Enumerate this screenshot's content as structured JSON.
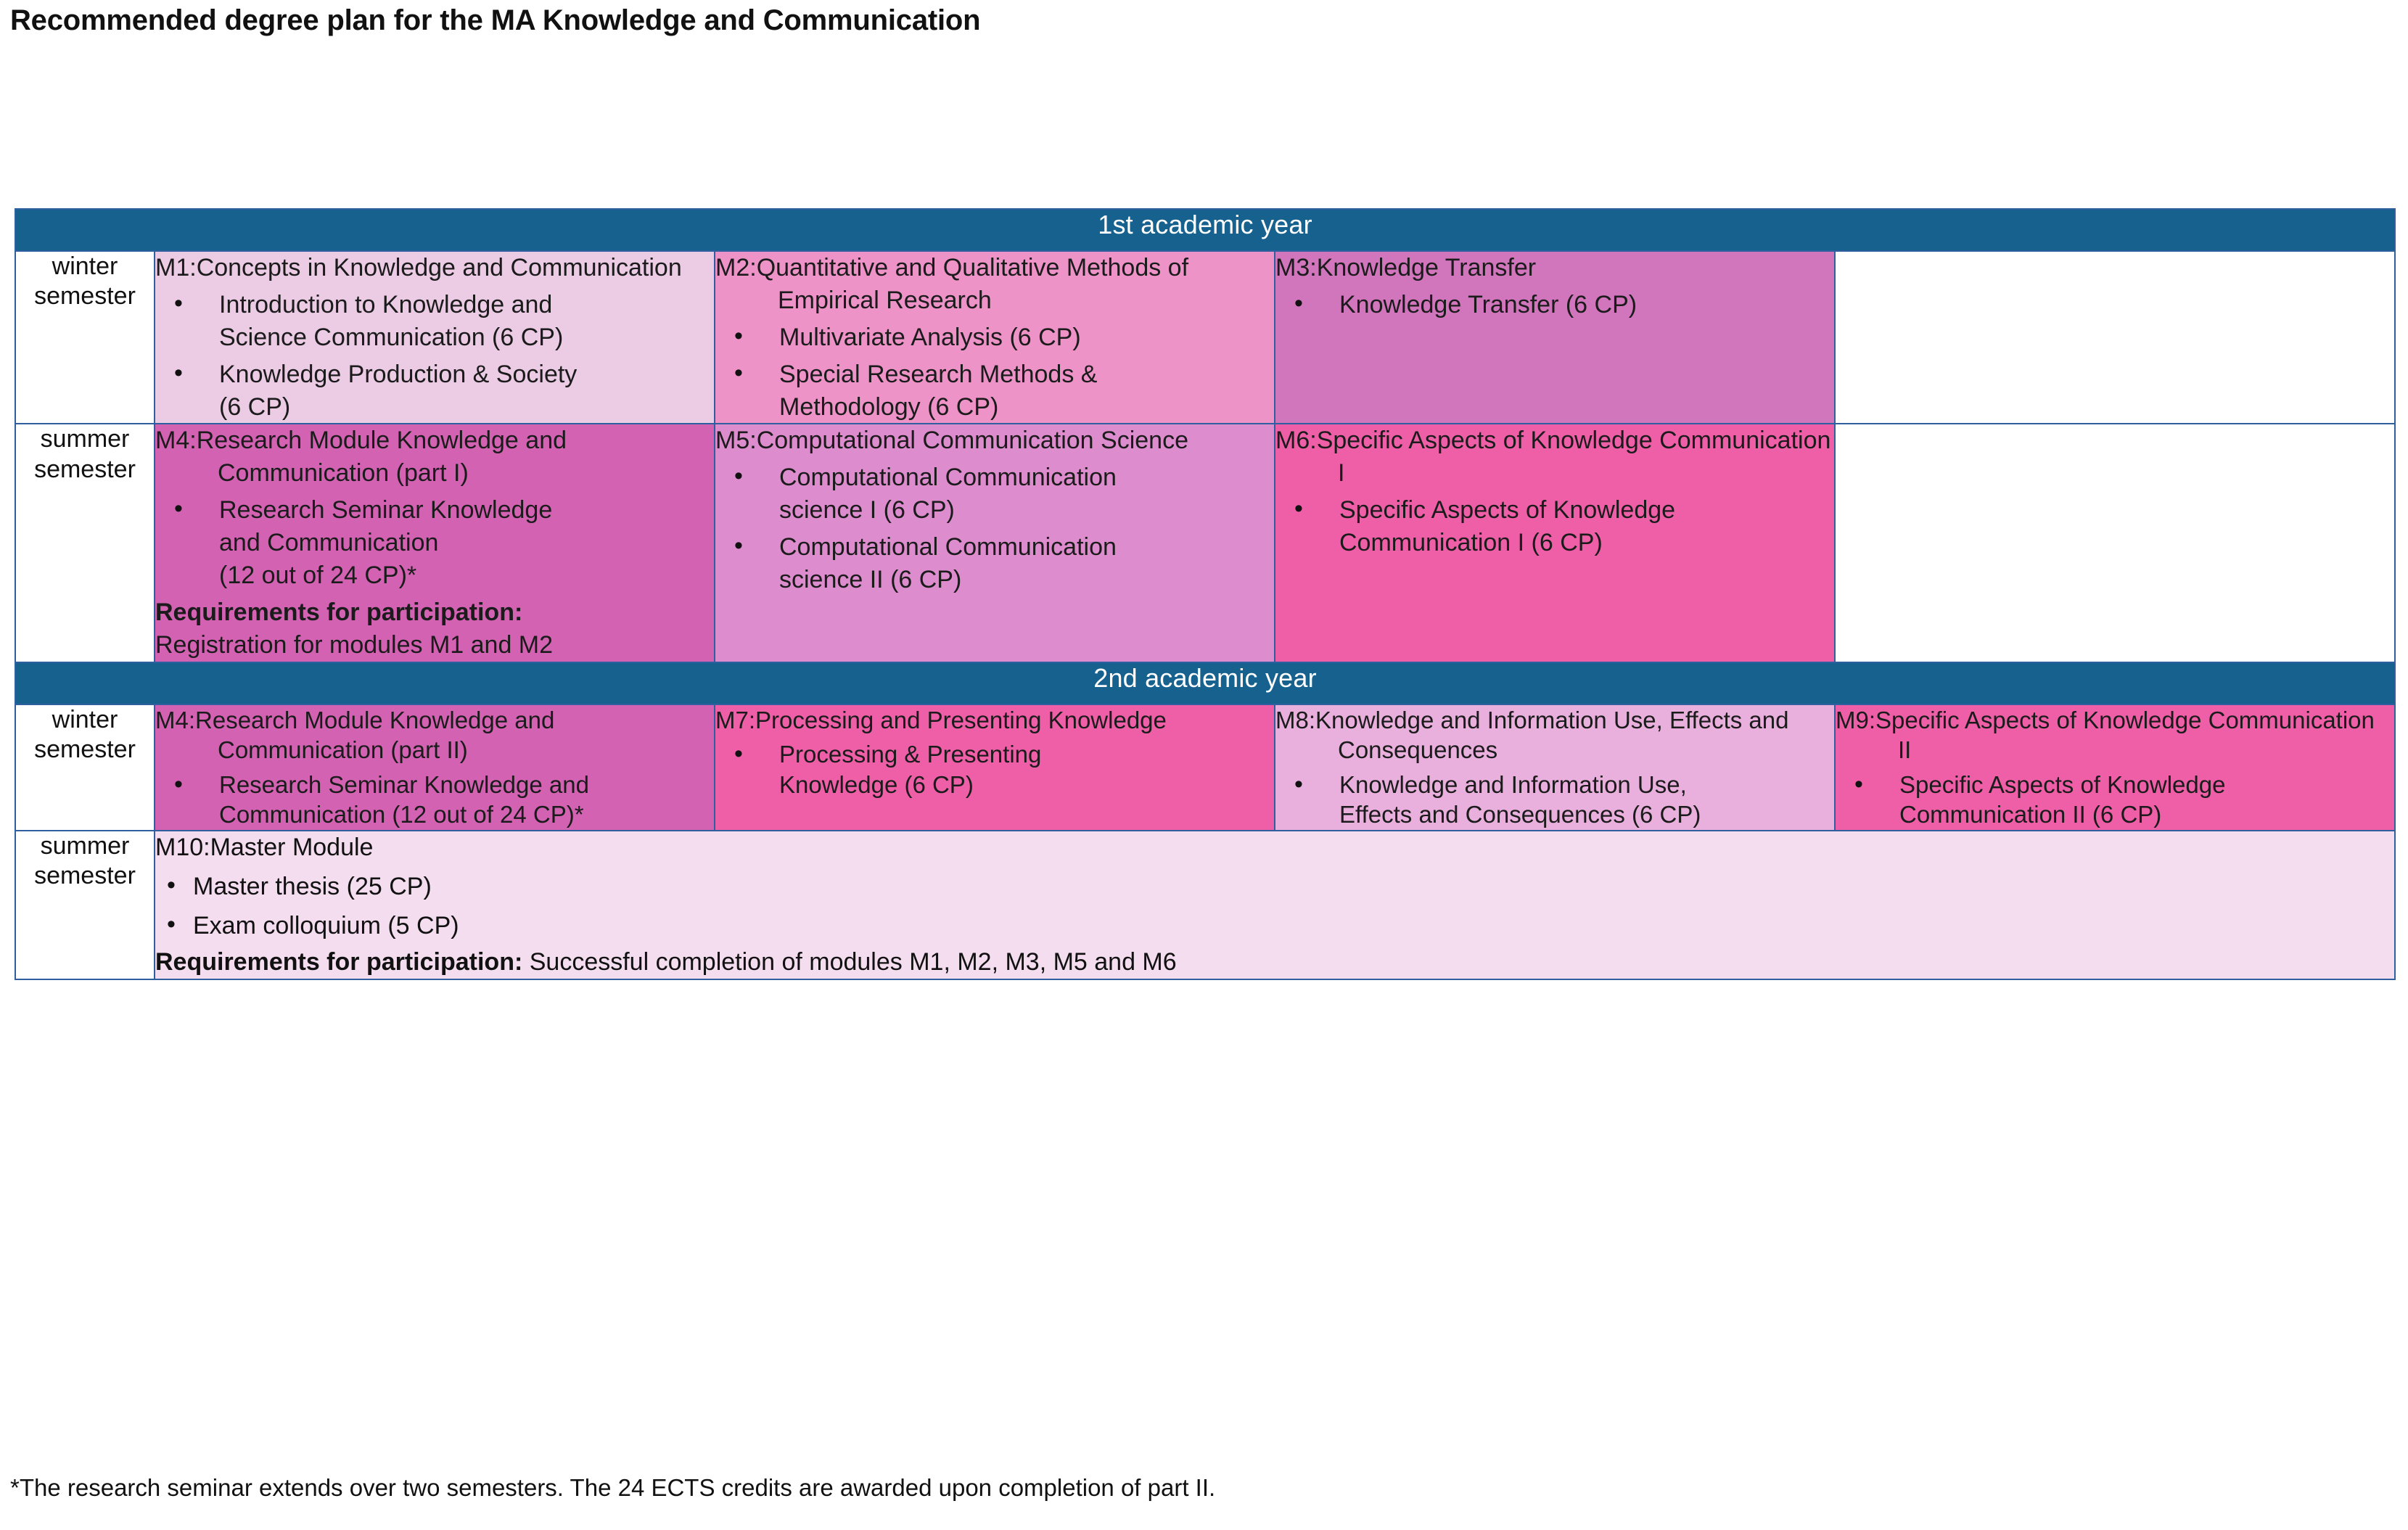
{
  "title": "Recommended degree plan for the MA Knowledge and Communication",
  "colors": {
    "banner": "#17618f",
    "border": "#2f5f9e",
    "m1": "#eccce5",
    "m2": "#ee93c8",
    "m3": "#d175bd",
    "m4": "#d362b3",
    "m5": "#dd8cce",
    "m6": "#ef5fa7",
    "m7": "#ef5fa7",
    "m8": "#e9b0dd",
    "m9": "#ef5fa7",
    "m10": "#f4ddef"
  },
  "years": [
    {
      "banner": "1st academic year"
    },
    {
      "banner": "2nd academic year"
    }
  ],
  "semesters": {
    "y1_winter": "winter\nsemester",
    "y1_summer": "summer\nsemester",
    "y2_winter": "winter\nsemester",
    "y2_summer": "summer\nsemester"
  },
  "modules": {
    "m1": {
      "code": "M1:",
      "title": "Concepts in Knowledge and\nCommunication",
      "items": [
        "Introduction to Knowledge and\nScience Communication (6 CP)",
        "Knowledge Production & Society\n(6 CP)"
      ]
    },
    "m2": {
      "code": "M2:",
      "title": "Quantitative and Qualitative\nMethods of Empirical Research",
      "items": [
        "Multivariate Analysis (6 CP)",
        "Special Research Methods &\nMethodology (6 CP)"
      ]
    },
    "m3": {
      "code": "M3:",
      "title": "Knowledge Transfer",
      "items": [
        "Knowledge Transfer  (6 CP)"
      ]
    },
    "m4a": {
      "code": "M4:",
      "title": "Research Module Knowledge\nand Communication (part I)",
      "items": [
        "Research Seminar Knowledge\nand Communication\n(12 out of 24 CP)*"
      ],
      "requirements_label": "Requirements for participation:",
      "requirements_text": "Registration for modules M1 and M2"
    },
    "m5": {
      "code": "M5:",
      "title": "Computational Communication\nScience",
      "items": [
        "Computational Communication\nscience I (6 CP)",
        "Computational Communication\nscience II (6 CP)"
      ]
    },
    "m6": {
      "code": "M6:",
      "title": "Specific Aspects of Knowledge\nCommunication I",
      "items": [
        "Specific Aspects of Knowledge\nCommunication I (6 CP)"
      ]
    },
    "m4b": {
      "code": "M4:",
      "title": "Research Module Knowledge\nand Communication (part II)",
      "items": [
        "Research Seminar Knowledge and\nCommunication (12 out of 24 CP)*"
      ]
    },
    "m7": {
      "code": "M7:",
      "title": "Processing and Presenting\nKnowledge",
      "items": [
        "Processing & Presenting\nKnowledge (6 CP)"
      ]
    },
    "m8": {
      "code": "M8:",
      "title": "Knowledge and Information Use,\nEffects and Consequences",
      "items": [
        "Knowledge and Information Use,\nEffects and Consequences (6 CP)"
      ]
    },
    "m9": {
      "code": "M9:",
      "title": "Specific Aspects of Knowledge\nCommunication II",
      "items": [
        "Specific Aspects of Knowledge\nCommunication II (6 CP)"
      ]
    },
    "m10": {
      "code": "M10:",
      "title": "Master Module",
      "items": [
        "Master thesis (25 CP)",
        "Exam colloquium (5 CP)"
      ],
      "requirements_label": "Requirements for participation:",
      "requirements_text": " Successful completion of modules M1, M2, M3, M5 and M6"
    }
  },
  "footnote": "*The research seminar extends over two semesters. The 24 ECTS credits are awarded upon completion of part II."
}
